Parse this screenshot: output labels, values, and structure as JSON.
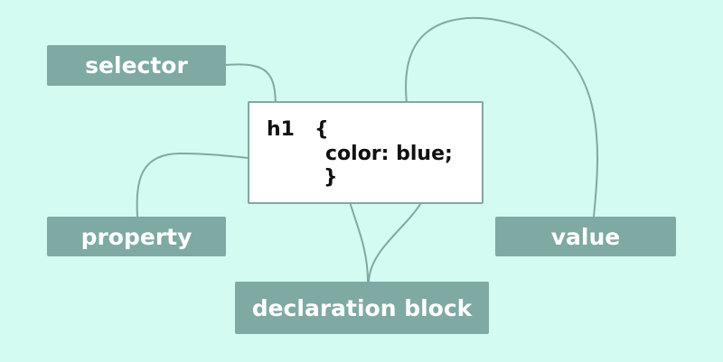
{
  "diagram": {
    "labels": {
      "selector": "selector",
      "property": "property",
      "value": "value",
      "declaration_block": "declaration block"
    },
    "code": {
      "selector": "h1",
      "open_brace": "{",
      "declaration": "color: blue;",
      "close_brace": "}"
    }
  },
  "colors": {
    "background": "#d4fbf1",
    "label_fill": "#7fa9a3",
    "label_text": "#ffffff",
    "arrow": "#7fa9a3",
    "code_box": "#ffffff",
    "code_text": "#111111"
  }
}
